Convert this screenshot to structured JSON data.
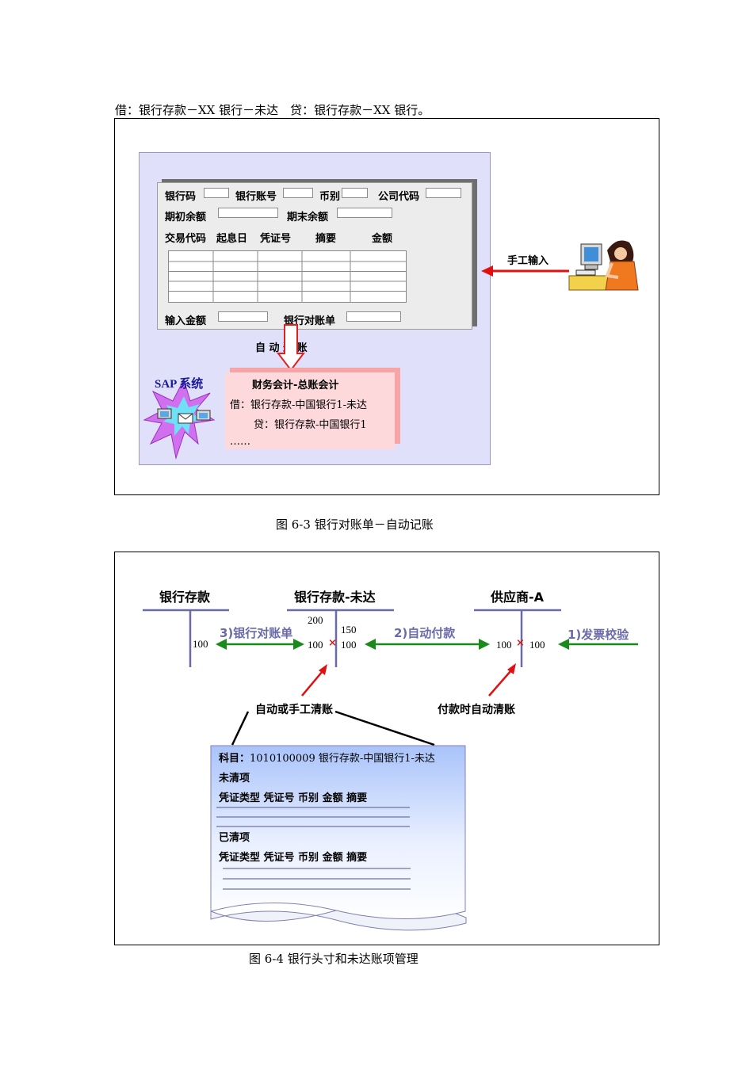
{
  "intro_line": "借：银行存款－XX 银行－未达　贷：银行存款－XX 银行。",
  "figure1": {
    "caption": "图 6-3 银行对账单－自动记账",
    "form": {
      "row1": [
        "银行码",
        "银行账号",
        "币别",
        "公司代码"
      ],
      "row2": [
        "期初余额",
        "期末余额"
      ],
      "columns": [
        "交易代码",
        "起息日",
        "凭证号",
        "摘要",
        "金额"
      ],
      "bottom": [
        "输入金额",
        "银行对账单"
      ]
    },
    "auto_post_label": "自  动  过  账",
    "manual_input_label": "手工输入",
    "sap_label": "SAP 系统",
    "posting": {
      "title": "财务会计-总账会计",
      "debit": "借：银行存款-中国银行1-未达",
      "credit": "贷：银行存款-中国银行1",
      "ellipsis": "……"
    }
  },
  "figure2": {
    "caption": "图 6-4 银行头寸和未达账项管理",
    "accounts": [
      "银行存款",
      "银行存款-未达",
      "供应商-A"
    ],
    "account1_credit": "100",
    "account2_debit_top": "200",
    "account2_debit": "100",
    "account2_credit_top": "150",
    "account2_credit": "100",
    "account3_debit": "100",
    "account3_credit": "100",
    "cross": "×",
    "steps": [
      "3)银行对账单",
      "2)自动付款",
      "1)发票校验"
    ],
    "clear_labels": [
      "自动或手工清账",
      "付款时自动清账"
    ],
    "ledger": {
      "account_prefix": "科目：",
      "account_value": "1010100009 银行存款-中国银行1-未达",
      "open_items": "未清项",
      "cleared_items": "已清项",
      "columns": "凭证类型  凭证号 币别  金额    摘要"
    }
  }
}
